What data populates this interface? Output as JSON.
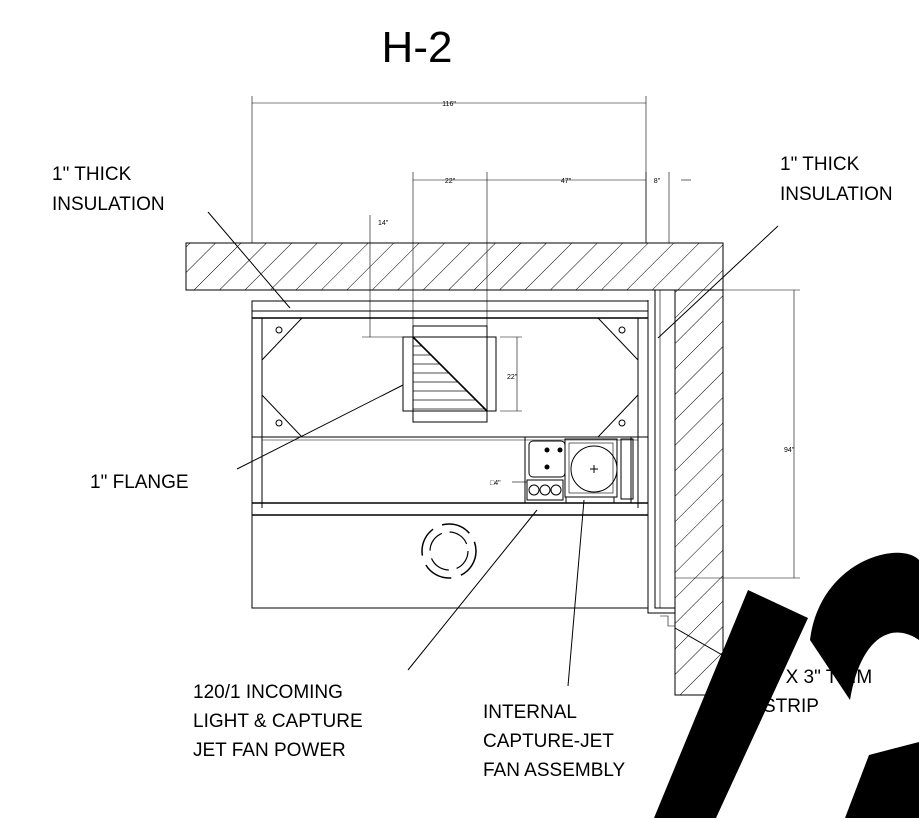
{
  "title": "H-2",
  "dimensions": {
    "overall_width": "116\"",
    "spacing_a": "22\"",
    "spacing_b": "47\"",
    "offset": "8\"",
    "vertical_offset": "14\"",
    "opening_height": "22\"",
    "overall_depth": "94\"",
    "small_opening": "□4\""
  },
  "callouts": {
    "insulation_left": [
      "1\" THICK",
      "INSULATION"
    ],
    "insulation_right": [
      "1\" THICK",
      "INSULATION"
    ],
    "flange": "1\" FLANGE",
    "incoming_power": [
      "120/1 INCOMING",
      "LIGHT & CAPTURE",
      "JET FAN POWER"
    ],
    "fan_assembly": [
      "INTERNAL",
      "CAPTURE-JET",
      "FAN ASSEMBLY"
    ],
    "trim_strip": [
      "3\" X 3\" TRIM",
      "STRIP"
    ]
  },
  "colors": {
    "line": "#000000",
    "background": "#ffffff",
    "watermark": "#000000"
  }
}
